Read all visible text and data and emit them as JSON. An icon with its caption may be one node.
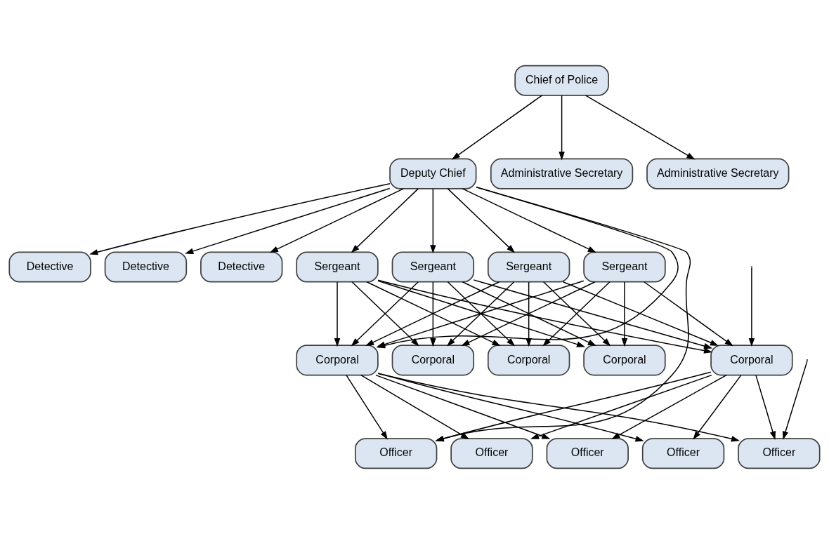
{
  "diagram": {
    "nodes": [
      {
        "text": [
          "Chief of Police"
        ]
      },
      {
        "text": [
          "Administrative Secretary"
        ]
      },
      {
        "text": [
          "Deputy Chief"
        ]
      },
      {
        "text": [
          "Administrative Secretary"
        ]
      },
      {
        "text": [
          "Detective"
        ]
      },
      {
        "text": [
          "Detective"
        ]
      },
      {
        "text": [
          "Detective"
        ]
      },
      {
        "text": [
          "Sergeant"
        ]
      },
      {
        "text": [
          "Sergeant"
        ]
      },
      {
        "text": [
          "Sergeant"
        ]
      },
      {
        "text": [
          "Sergeant"
        ]
      },
      {
        "text": [
          "Corporal"
        ]
      },
      {
        "text": [
          "Corporal"
        ]
      },
      {
        "text": [
          "Corporal"
        ]
      },
      {
        "text": [
          "Corporal"
        ]
      },
      {
        "text": [
          "Corporal"
        ]
      },
      {
        "text": [
          "Officer"
        ]
      },
      {
        "text": [
          "Officer"
        ]
      },
      {
        "text": [
          "Officer"
        ]
      },
      {
        "text": [
          "Officer"
        ]
      },
      {
        "text": [
          "Officer"
        ]
      }
    ],
    "edges": [
      {
        "from": 0,
        "to": 2,
        "arrow": "to"
      },
      {
        "from": 0,
        "to": 1,
        "arrow": "to"
      },
      {
        "from": 0,
        "to": 3,
        "arrow": "to"
      },
      {
        "from": 2,
        "to": 4,
        "arrow": "to"
      },
      {
        "from": 2,
        "to": 5,
        "arrow": "to"
      },
      {
        "from": 2,
        "to": 6,
        "arrow": "to"
      },
      {
        "from": 2,
        "to": 7,
        "arrow": "to"
      },
      {
        "from": 2,
        "to": 8,
        "arrow": "to"
      },
      {
        "from": 2,
        "to": 9,
        "arrow": "to"
      },
      {
        "from": 2,
        "to": 10,
        "arrow": "to"
      },
      {
        "from": 2,
        "to": 11,
        "arrow": "to"
      },
      {
        "from": 2,
        "to": 16,
        "arrow": "to"
      },
      {
        "from": null,
        "to": 15,
        "arrow": "to"
      },
      {
        "from": null,
        "to": 20,
        "arrow": "to"
      },
      {
        "from": 7,
        "to": 11,
        "arrow": "to"
      },
      {
        "from": 7,
        "to": 12,
        "arrow": "to"
      },
      {
        "from": 7,
        "to": 13,
        "arrow": "to"
      },
      {
        "from": 7,
        "to": 14,
        "arrow": "to"
      },
      {
        "from": 7,
        "to": 15,
        "arrow": "to"
      },
      {
        "from": 8,
        "to": 11,
        "arrow": "to"
      },
      {
        "from": 8,
        "to": 12,
        "arrow": "to"
      },
      {
        "from": 8,
        "to": 13,
        "arrow": "to"
      },
      {
        "from": 8,
        "to": 14,
        "arrow": "to"
      },
      {
        "from": 8,
        "to": 15,
        "arrow": "to"
      },
      {
        "from": 9,
        "to": 11,
        "arrow": "to"
      },
      {
        "from": 9,
        "to": 12,
        "arrow": "to"
      },
      {
        "from": 9,
        "to": 13,
        "arrow": "to"
      },
      {
        "from": 9,
        "to": 14,
        "arrow": "to"
      },
      {
        "from": 9,
        "to": 15,
        "arrow": "to"
      },
      {
        "from": 10,
        "to": 11,
        "arrow": "to"
      },
      {
        "from": 10,
        "to": 12,
        "arrow": "to"
      },
      {
        "from": 10,
        "to": 13,
        "arrow": "to"
      },
      {
        "from": 10,
        "to": 14,
        "arrow": "to"
      },
      {
        "from": 10,
        "to": 15,
        "arrow": "to"
      },
      {
        "from": 11,
        "to": 16,
        "arrow": "to"
      },
      {
        "from": 11,
        "to": 17,
        "arrow": "to"
      },
      {
        "from": 11,
        "to": 18,
        "arrow": "to"
      },
      {
        "from": 11,
        "to": 19,
        "arrow": "to"
      },
      {
        "from": 11,
        "to": 20,
        "arrow": "to"
      },
      {
        "from": 15,
        "to": 16,
        "arrow": "to"
      },
      {
        "from": 15,
        "to": 17,
        "arrow": "to"
      },
      {
        "from": 15,
        "to": 18,
        "arrow": "to"
      },
      {
        "from": 15,
        "to": 19,
        "arrow": "to"
      },
      {
        "from": 15,
        "to": 20,
        "arrow": "to"
      }
    ]
  }
}
